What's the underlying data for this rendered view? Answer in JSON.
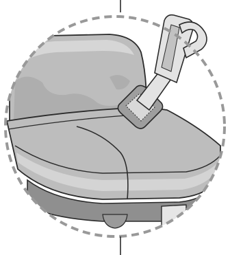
{
  "illustration": {
    "subject": "handheld-vacuum-cleaning-sofa-seat",
    "colors": {
      "background": "#ffffff",
      "frame": "#999999",
      "outline": "#2b2b2b",
      "seat": "#bdbdbd",
      "seat_highlight": "#d4d4d4",
      "seat_shadow": "#a8a8a8",
      "base": "#8f8f8f",
      "vacuum": "#e3e3e3",
      "vacuum_dark": "#c2c2c2",
      "leader_line": "#2b2b2b"
    },
    "icons": [
      "circular-detail-frame",
      "leader-line",
      "sofa-seat",
      "handheld-vacuum"
    ]
  }
}
